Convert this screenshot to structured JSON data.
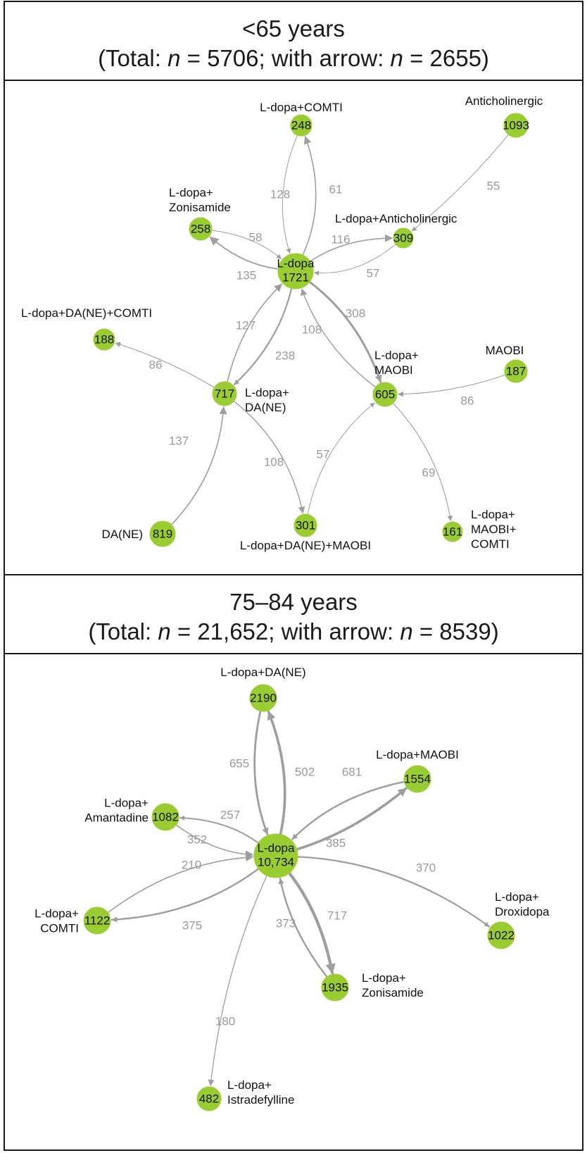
{
  "panels": [
    {
      "id": "under65",
      "header": {
        "line1": "<65 years",
        "line2_pre": "(Total: ",
        "n_italic": "n",
        "line2_mid": " = 5706; with arrow: ",
        "line2_end": " = 2655)"
      },
      "nodes": [
        {
          "id": "ldopa",
          "value": "1721",
          "name": "L-dopa",
          "label_lines": []
        },
        {
          "id": "comti",
          "value": "248",
          "label_lines": [
            "L-dopa+COMTI"
          ]
        },
        {
          "id": "anticho",
          "value": "1093",
          "label_lines": [
            "Anticholinergic"
          ]
        },
        {
          "id": "zonis",
          "value": "258",
          "label_lines": [
            "L-dopa+",
            "Zonisamide"
          ]
        },
        {
          "id": "ldanti",
          "value": "309",
          "label_lines": [
            "L-dopa+Anticholinergic"
          ]
        },
        {
          "id": "dacomti",
          "value": "188",
          "label_lines": [
            "L-dopa+DA(NE)+COMTI"
          ]
        },
        {
          "id": "dane",
          "value": "717",
          "label_lines": [
            "L-dopa+",
            "DA(NE)"
          ]
        },
        {
          "id": "maobi",
          "value": "605",
          "label_lines": [
            "L-dopa+",
            "MAOBI"
          ]
        },
        {
          "id": "maobionly",
          "value": "187",
          "label_lines": [
            "MAOBI"
          ]
        },
        {
          "id": "daneonly",
          "value": "819",
          "label_lines": [
            "DA(NE)"
          ]
        },
        {
          "id": "damaobi",
          "value": "301",
          "label_lines": [
            "L-dopa+DA(NE)+MAOBI"
          ]
        },
        {
          "id": "maobicomti",
          "value": "161",
          "label_lines": [
            "L-dopa+",
            "MAOBI+",
            "COMTI"
          ]
        }
      ],
      "edges": [
        {
          "from": "ldopa",
          "to": "comti",
          "value": "128"
        },
        {
          "from": "comti",
          "to": "ldopa",
          "value": "61"
        },
        {
          "from": "anticho",
          "to": "ldanti",
          "value": "55"
        },
        {
          "from": "zonis",
          "to": "ldopa",
          "value": "58"
        },
        {
          "from": "ldopa",
          "to": "zonis",
          "value": "135"
        },
        {
          "from": "ldopa",
          "to": "ldanti",
          "value": "116"
        },
        {
          "from": "ldanti",
          "to": "ldopa",
          "value": "57"
        },
        {
          "from": "dane",
          "to": "ldopa",
          "value": "127"
        },
        {
          "from": "ldopa",
          "to": "dane",
          "value": "238"
        },
        {
          "from": "maobi",
          "to": "ldopa",
          "value": "108"
        },
        {
          "from": "ldopa",
          "to": "maobi",
          "value": "308"
        },
        {
          "from": "dane",
          "to": "dacomti",
          "value": "86"
        },
        {
          "from": "maobionly",
          "to": "maobi",
          "value": "86"
        },
        {
          "from": "daneonly",
          "to": "dane",
          "value": "137"
        },
        {
          "from": "dane",
          "to": "damaobi",
          "value": "108"
        },
        {
          "from": "damaobi",
          "to": "maobi",
          "value": "57"
        },
        {
          "from": "maobi",
          "to": "maobicomti",
          "value": "69"
        }
      ]
    },
    {
      "id": "age75to84",
      "header": {
        "line1": "75–84 years",
        "line2_pre": "(Total: ",
        "n_italic": "n",
        "line2_mid": " = 21,652; with arrow: ",
        "line2_end": " = 8539)"
      },
      "nodes": [
        {
          "id": "ldopa",
          "value": "10,734",
          "name": "L-dopa",
          "label_lines": []
        },
        {
          "id": "dane",
          "value": "2190",
          "label_lines": [
            "L-dopa+DA(NE)"
          ]
        },
        {
          "id": "maobi",
          "value": "1554",
          "label_lines": [
            "L-dopa+MAOBI"
          ]
        },
        {
          "id": "amant",
          "value": "1082",
          "label_lines": [
            "L-dopa+",
            "Amantadine"
          ]
        },
        {
          "id": "comti",
          "value": "1122",
          "label_lines": [
            "L-dopa+",
            "COMTI"
          ]
        },
        {
          "id": "droxi",
          "value": "1022",
          "label_lines": [
            "L-dopa+",
            "Droxidopa"
          ]
        },
        {
          "id": "zonis",
          "value": "1935",
          "label_lines": [
            "L-dopa+",
            "Zonisamide"
          ]
        },
        {
          "id": "istra",
          "value": "482",
          "label_lines": [
            "L-dopa+",
            "Istradefylline"
          ]
        }
      ],
      "edges": [
        {
          "from": "ldopa",
          "to": "dane",
          "value": "655"
        },
        {
          "from": "dane",
          "to": "ldopa",
          "value": "502"
        },
        {
          "from": "ldopa",
          "to": "maobi",
          "value": "681"
        },
        {
          "from": "maobi",
          "to": "ldopa",
          "value": "385"
        },
        {
          "from": "amant",
          "to": "ldopa",
          "value": "257"
        },
        {
          "from": "ldopa",
          "to": "amant",
          "value": "352"
        },
        {
          "from": "comti",
          "to": "ldopa",
          "value": "210"
        },
        {
          "from": "ldopa",
          "to": "comti",
          "value": "375"
        },
        {
          "from": "ldopa",
          "to": "droxi",
          "value": "370"
        },
        {
          "from": "ldopa",
          "to": "zonis",
          "value": "717"
        },
        {
          "from": "zonis",
          "to": "ldopa",
          "value": "373"
        },
        {
          "from": "ldopa",
          "to": "istra",
          "value": "180"
        }
      ]
    }
  ],
  "colors": {
    "node": "#9acd32",
    "edge": "#9e9e9e",
    "edge_label": "#9a9a9a",
    "frame": "#1a1a1a"
  }
}
